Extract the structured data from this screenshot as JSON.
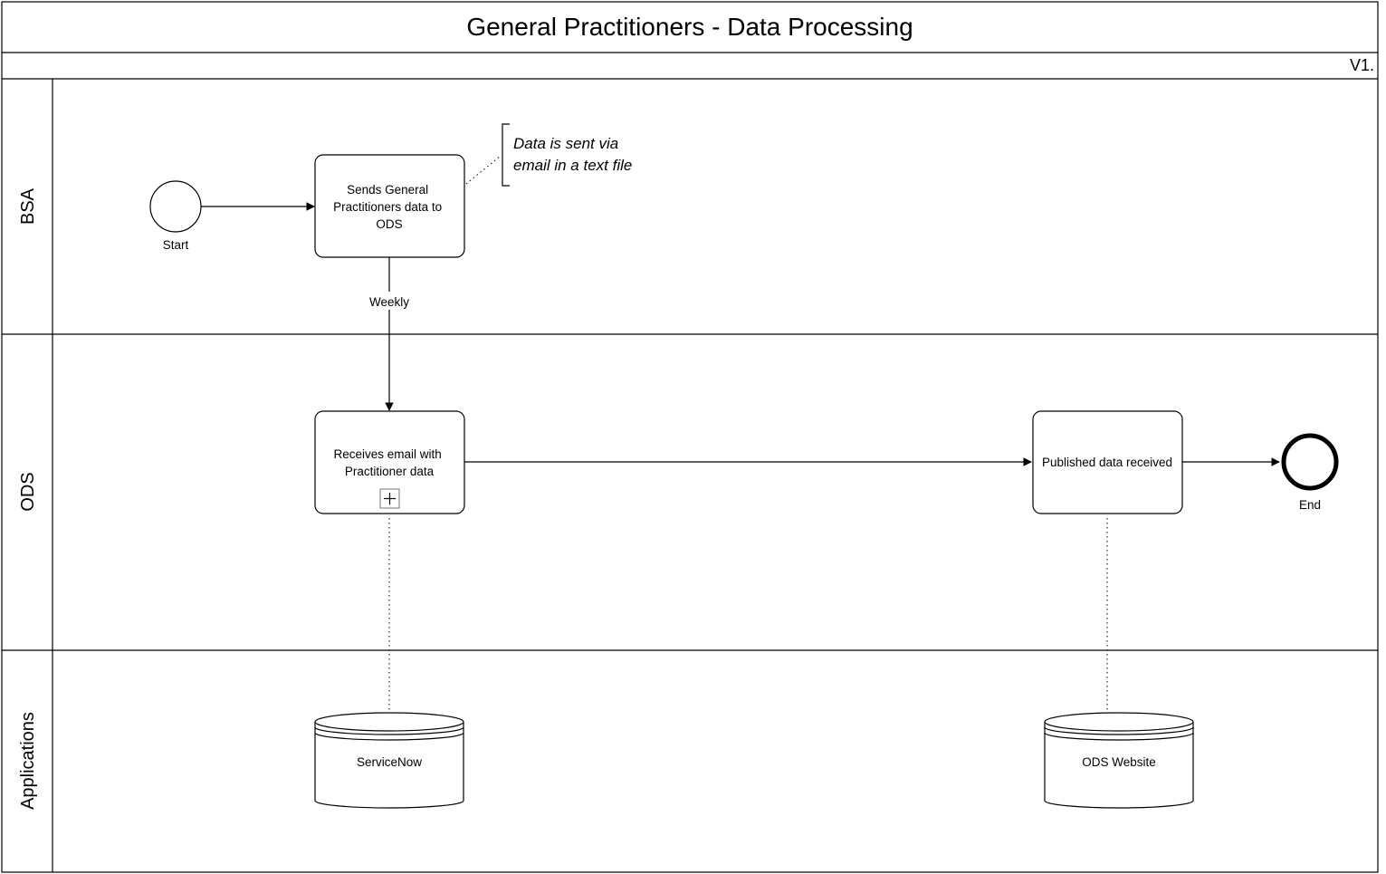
{
  "title": "General Practitioners - Data Processing",
  "version": "V1.",
  "lanes": {
    "bsa": "BSA",
    "ods": "ODS",
    "applications": "Applications"
  },
  "events": {
    "start": "Start",
    "end": "End"
  },
  "tasks": {
    "send": [
      "Sends General",
      "Practitioners data to",
      "ODS"
    ],
    "receive": [
      "Receives email with",
      "Practitioner data"
    ],
    "publish": "Published data received"
  },
  "flow_label": "Weekly",
  "annotation": [
    "Data is sent via",
    "email in a text file"
  ],
  "data_stores": {
    "servicenow": "ServiceNow",
    "ods_website": "ODS Website"
  }
}
